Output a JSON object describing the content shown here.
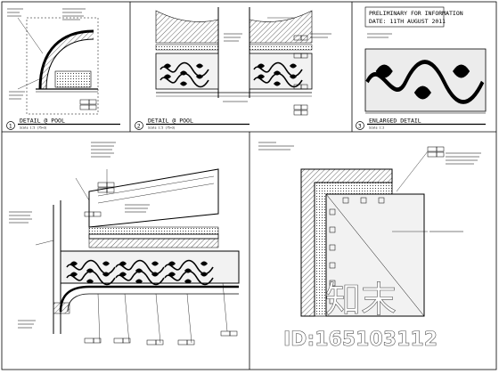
{
  "sheet": {
    "stamp": {
      "line1": "PRELIMINARY FOR INFORMATION",
      "line2": "DATE: 11TH AUGUST 2011"
    },
    "details": [
      {
        "num": "1",
        "title": "DETAIL @ POOL",
        "scale": "Scale 1:5 (75=3)"
      },
      {
        "num": "2",
        "title": "DETAIL @ POOL",
        "scale": "Scale 1:5 (75=3)"
      },
      {
        "num": "3",
        "title": "ENLARGED DETAIL",
        "scale": "Scale 1:2"
      }
    ]
  },
  "watermark": {
    "logo_text": "知末",
    "id_text": "ID:165103112"
  }
}
